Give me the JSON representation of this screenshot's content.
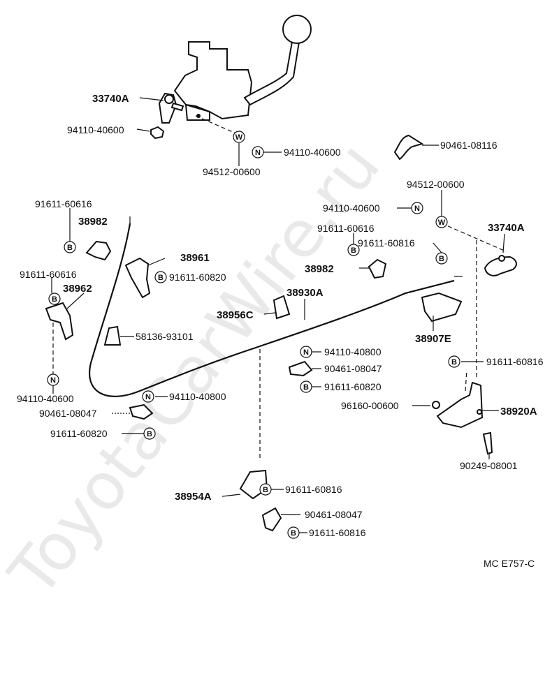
{
  "watermark": "ToyotaCarWire.ru",
  "diagram_code": "MC E757-C",
  "labels": {
    "l_33740a_top": "33740A",
    "l_94110_40600_top": "94110-40600",
    "l_94110_40600_n_top": "94110-40600",
    "l_94512_00600_top": "94512-00600",
    "l_90461_08116": "90461-08116",
    "l_94512_00600_right": "94512-00600",
    "l_94110_40600_right": "94110-40600",
    "l_33740a_right": "33740A",
    "l_91611_60616_a": "91611-60616",
    "l_38982_left": "38982",
    "l_38961": "38961",
    "l_91611_60820_a": "91611-60820",
    "l_91611_60616_b": "91611-60616",
    "l_38962": "38962",
    "l_91611_60616_c": "91611-60616",
    "l_91611_60816_a": "91611-60816",
    "l_38982_mid": "38982",
    "l_38930a": "38930A",
    "l_38956c": "38956C",
    "l_38907e": "38907E",
    "l_58136_93101": "58136-93101",
    "l_94110_40800_a": "94110-40800",
    "l_90461_08047_a": "90461-08047",
    "l_91611_60820_b": "91611-60820",
    "l_91611_60816_b": "91611-60816",
    "l_94110_40600_left": "94110-40600",
    "l_94110_40800_b": "94110-40800",
    "l_96160_00600": "96160-00600",
    "l_38920a": "38920A",
    "l_90461_08047_b": "90461-08047",
    "l_91611_60820_c": "91611-60820",
    "l_90249_08001": "90249-08001",
    "l_38954a": "38954A",
    "l_91611_60816_c": "91611-60816",
    "l_90461_08047_c": "90461-08047",
    "l_91611_60816_d": "91611-60816"
  },
  "badges": {
    "w": "W",
    "n": "N",
    "b": "B"
  }
}
